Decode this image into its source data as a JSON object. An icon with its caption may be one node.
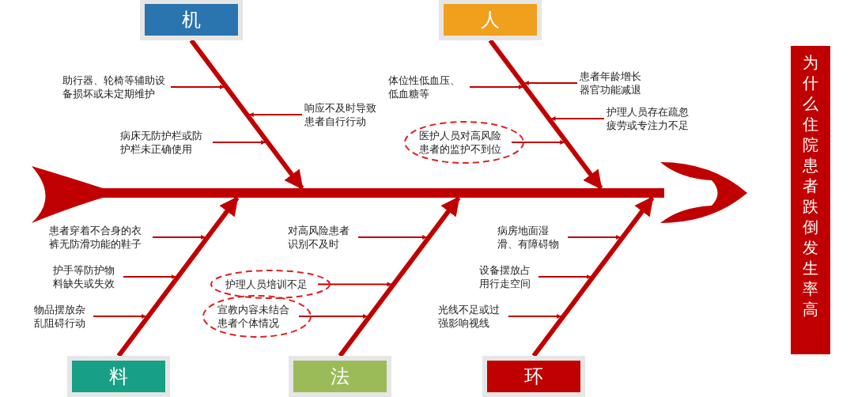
{
  "diagram": {
    "nodes": [
      {
        "text": [
          "机"
        ]
      },
      {
        "text": [
          "人"
        ]
      },
      {
        "text": [
          "助行器、轮椅等辅助设备损坏或未定期维护"
        ]
      },
      {
        "text": [
          "响应不及时导致患者自行行动"
        ]
      },
      {
        "text": [
          "病床无防护栏或防护栏未正确使用"
        ]
      },
      {
        "text": [
          "患者年龄增长器官功能减退"
        ]
      },
      {
        "text": [
          "体位性低血压、低血糖等"
        ]
      },
      {
        "text": [
          "护理人员存在疏忽疲劳或专注力不足"
        ]
      },
      {
        "text": [
          "医护人员对高风险患者的监护不到位"
        ]
      },
      {
        "text": [
          "料"
        ]
      },
      {
        "text": [
          "法"
        ]
      },
      {
        "text": [
          "环"
        ]
      },
      {
        "text": [
          "患者穿着不合身的衣裤无防滑功能的鞋子"
        ]
      },
      {
        "text": [
          "护手等防护物料缺失或失效"
        ]
      },
      {
        "text": [
          "物品摆放杂乱阻碍行动"
        ]
      },
      {
        "text": [
          "对高风险患者识别不及时"
        ]
      },
      {
        "text": [
          "护理人员培训不足"
        ]
      },
      {
        "text": [
          "宣教内容未结合患者个体情况"
        ]
      },
      {
        "text": [
          "病房地面湿滑、有障碍物"
        ]
      },
      {
        "text": [
          "设备摆放占用行走空间"
        ]
      },
      {
        "text": [
          "光线不足或过强影响视线"
        ]
      },
      {
        "text": [
          "为什么住院患者跌倒发生率高"
        ]
      },
      {
        "text": [],
        "shape": "bar"
      }
    ],
    "edges": [
      {
        "from": 0,
        "to": 22,
        "arrow": "to",
        "style": "thick"
      },
      {
        "from": 1,
        "to": 22,
        "arrow": "to",
        "style": "thick"
      },
      {
        "from": 9,
        "to": 22,
        "arrow": "to",
        "style": "thick"
      },
      {
        "from": 10,
        "to": 22,
        "arrow": "to",
        "style": "thick"
      },
      {
        "from": 11,
        "to": 22,
        "arrow": "to",
        "style": "thick"
      },
      {
        "from": 2,
        "to": null,
        "arrow": "to"
      },
      {
        "from": 3,
        "to": null,
        "arrow": "to"
      },
      {
        "from": 4,
        "to": null,
        "arrow": "to"
      },
      {
        "from": 5,
        "to": null,
        "arrow": "to"
      },
      {
        "from": 6,
        "to": null,
        "arrow": "to"
      },
      {
        "from": 7,
        "to": null,
        "arrow": "to"
      },
      {
        "from": 8,
        "to": null,
        "arrow": "to"
      },
      {
        "from": 12,
        "to": null,
        "arrow": "to"
      },
      {
        "from": 13,
        "to": null,
        "arrow": "to"
      },
      {
        "from": 14,
        "to": null,
        "arrow": "to"
      },
      {
        "from": 15,
        "to": null,
        "arrow": "to"
      },
      {
        "from": 16,
        "to": null,
        "arrow": "to"
      },
      {
        "from": 17,
        "to": null,
        "arrow": "to"
      },
      {
        "from": 18,
        "to": null,
        "arrow": "to"
      },
      {
        "from": 19,
        "to": null,
        "arrow": "to"
      },
      {
        "from": 20,
        "to": null,
        "arrow": "to"
      }
    ]
  }
}
